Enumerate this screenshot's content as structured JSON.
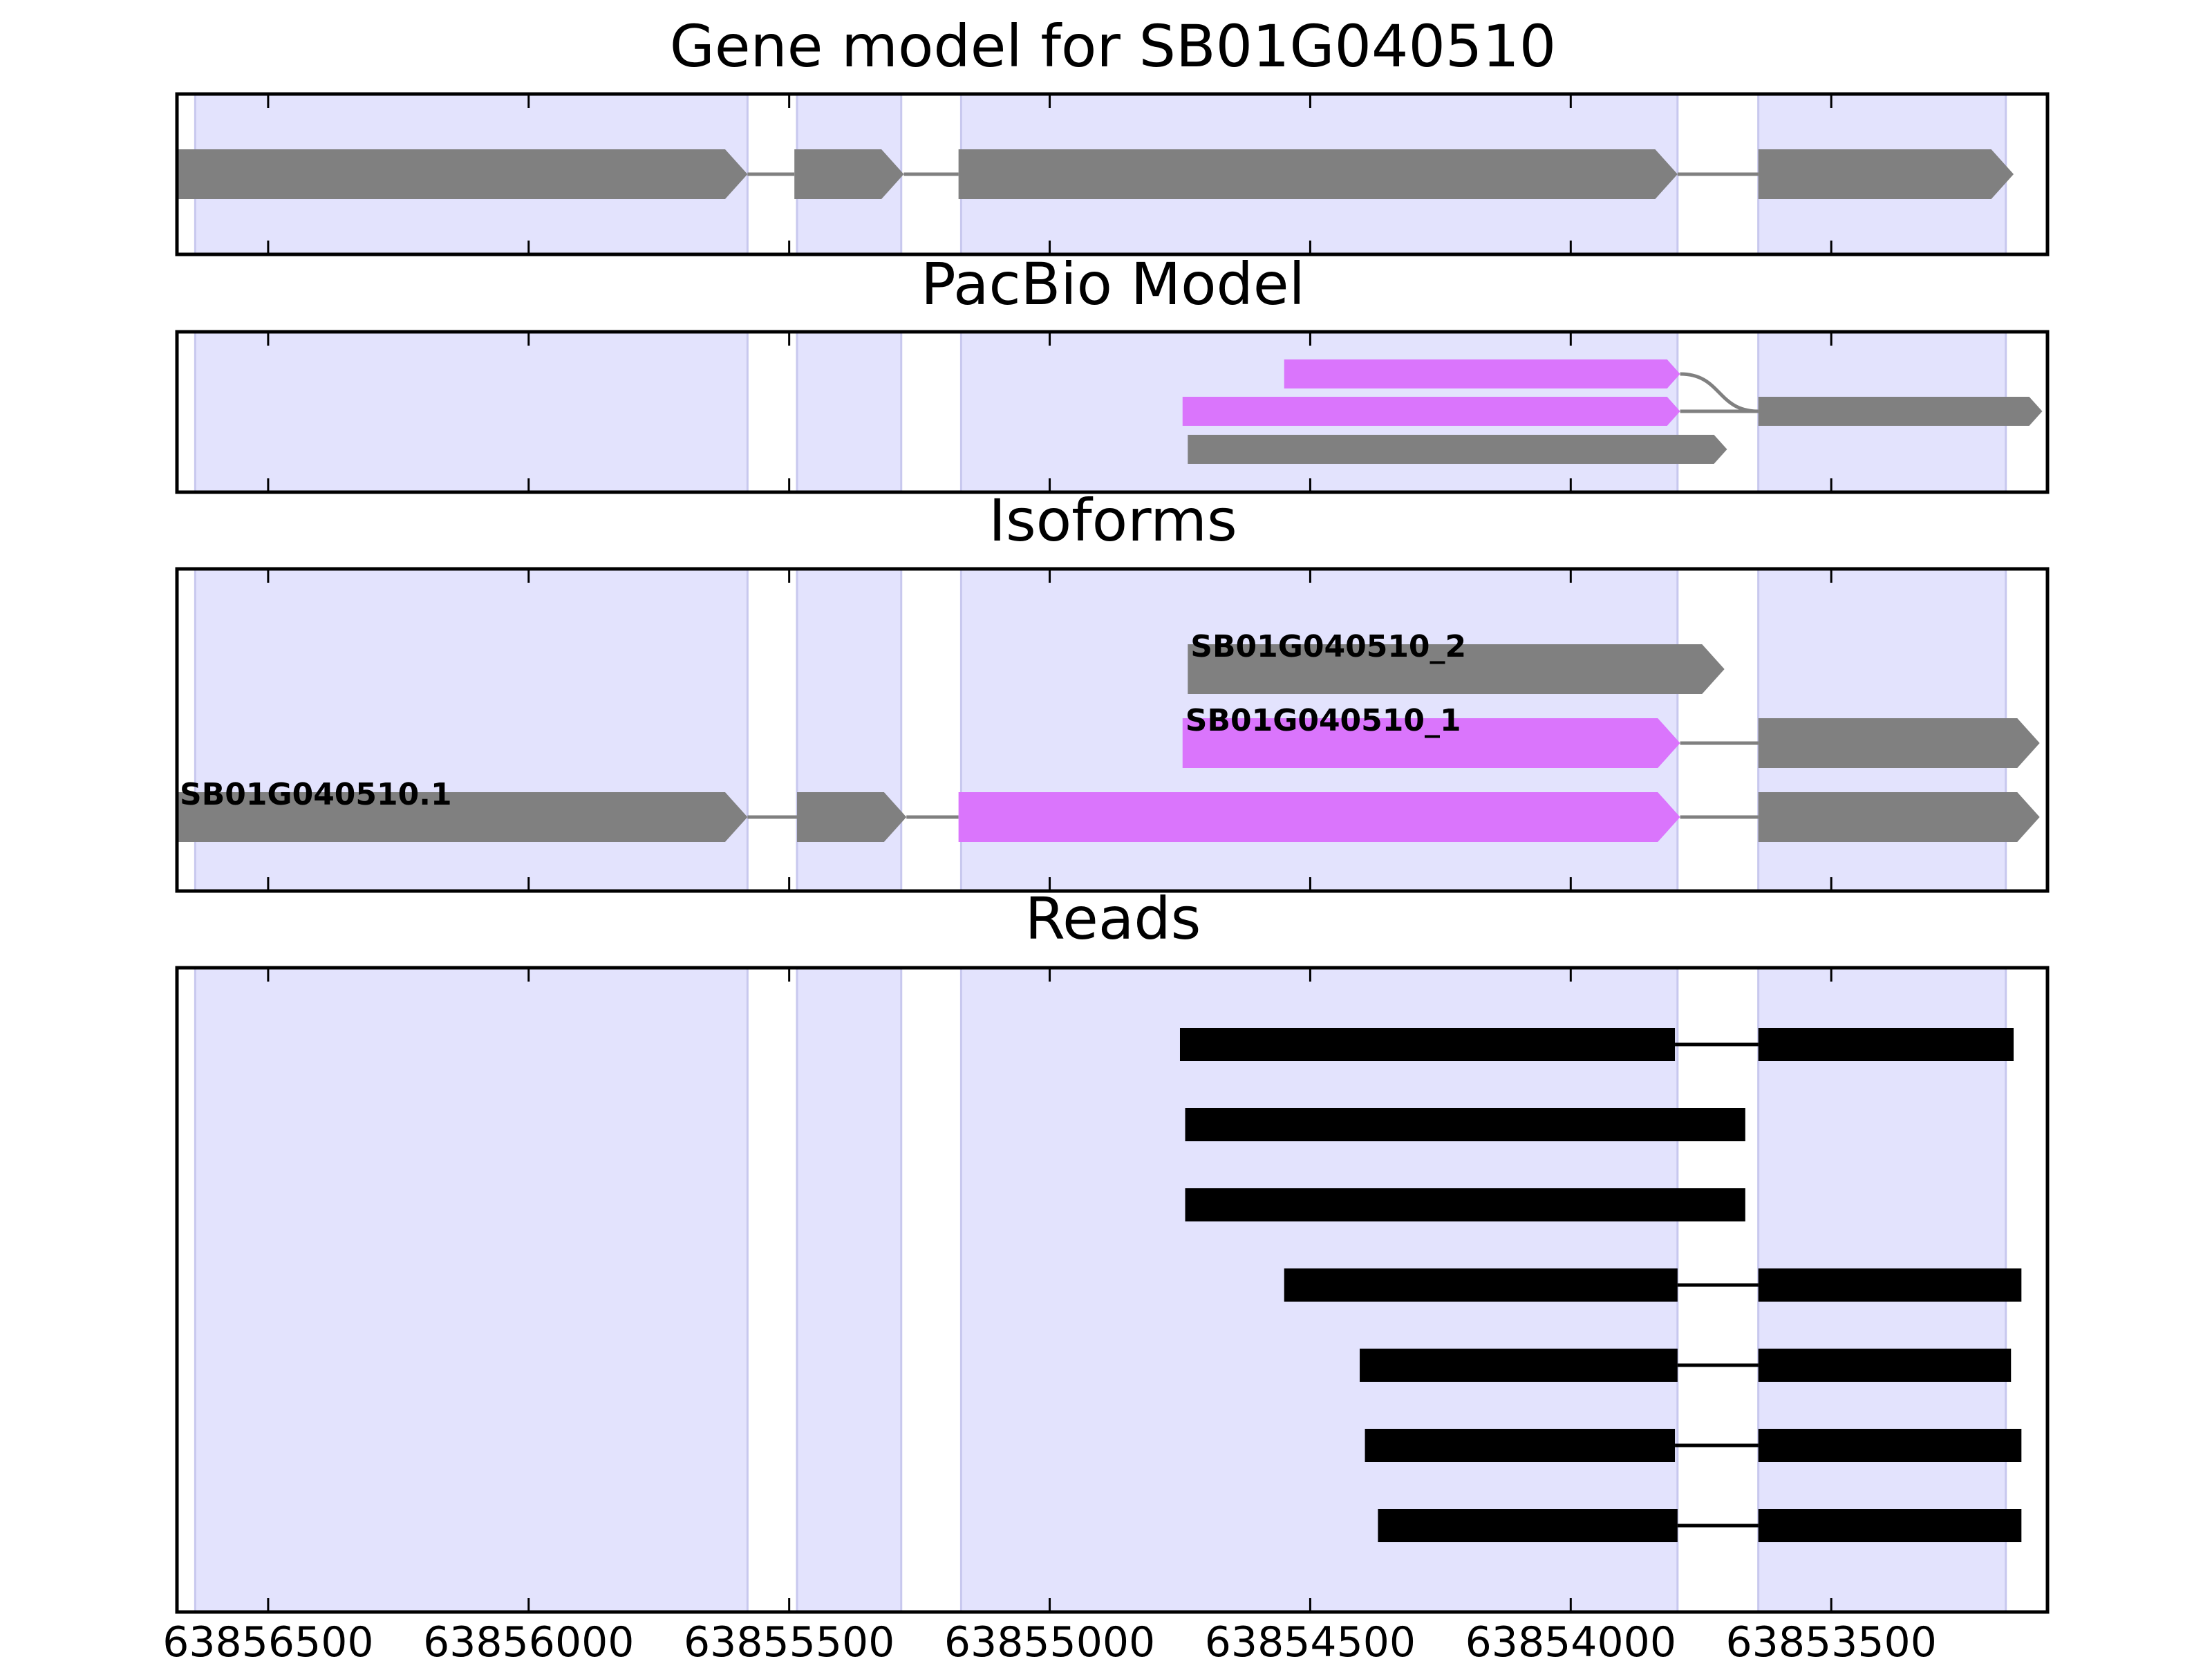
{
  "chart_data": {
    "type": "gene-track",
    "x_axis": {
      "reversed": true,
      "xlim": [
        63856675,
        63853085
      ],
      "ticks": [
        63856500,
        63856000,
        63855500,
        63855000,
        63854500,
        63854000,
        63853500
      ],
      "tick_labels": [
        "63856500",
        "63856000",
        "63855500",
        "63855000",
        "63854500",
        "63854000",
        "63853500"
      ]
    },
    "colors": {
      "exon": "#808080",
      "pacbio": "#da75fc",
      "read": "#000000",
      "shade": "#e3e3fd",
      "intron": "#808080"
    },
    "shaded_regions": [
      [
        63856640,
        63855580
      ],
      [
        63855485,
        63855285
      ],
      [
        63855170,
        63853795
      ],
      [
        63853640,
        63853165
      ]
    ],
    "panels": [
      {
        "title": "Gene model for SB01G040510",
        "features": [
          {
            "exons": [
              [
                63856675,
                63855580
              ],
              [
                63855490,
                63855280
              ],
              [
                63855175,
                63853795
              ],
              [
                63853640,
                63853150
              ]
            ],
            "colors": [
              "exon",
              "exon",
              "exon",
              "exon"
            ],
            "row": 0
          }
        ]
      },
      {
        "title": "PacBio Model",
        "features": [
          {
            "exons": [
              [
                63854550,
                63853790
              ]
            ],
            "colors": [
              "pacbio"
            ],
            "row": 0,
            "curved_to_row": 1
          },
          {
            "exons": [
              [
                63854745,
                63853790
              ],
              [
                63853640,
                63853095
              ]
            ],
            "colors": [
              "pacbio",
              "exon"
            ],
            "row": 1
          },
          {
            "exons": [
              [
                63854735,
                63853700
              ]
            ],
            "colors": [
              "exon"
            ],
            "row": 2
          }
        ]
      },
      {
        "title": "Isoforms",
        "features": [
          {
            "label": "SB01G040510_2",
            "exons": [
              [
                63854735,
                63853705
              ]
            ],
            "colors": [
              "exon"
            ],
            "row": 0
          },
          {
            "label": "SB01G040510_1",
            "exons": [
              [
                63854745,
                63853790
              ],
              [
                63853640,
                63853100
              ]
            ],
            "colors": [
              "pacbio",
              "exon"
            ],
            "row": 1
          },
          {
            "label": "SB01G040510.1",
            "exons": [
              [
                63856675,
                63855580
              ],
              [
                63855485,
                63855275
              ],
              [
                63855175,
                63853790
              ],
              [
                63853640,
                63853100
              ]
            ],
            "colors": [
              "exon",
              "exon",
              "pacbio",
              "exon"
            ],
            "row": 2
          }
        ]
      },
      {
        "title": "Reads",
        "reads": [
          [
            [
              63854750,
              63853800
            ],
            [
              63853640,
              63853150
            ]
          ],
          [
            [
              63854740,
              63853665
            ]
          ],
          [
            [
              63854740,
              63853665
            ]
          ],
          [
            [
              63854550,
              63853795
            ],
            [
              63853640,
              63853135
            ]
          ],
          [
            [
              63854405,
              63853795
            ],
            [
              63853640,
              63853155
            ]
          ],
          [
            [
              63854395,
              63853800
            ],
            [
              63853640,
              63853135
            ]
          ],
          [
            [
              63854370,
              63853795
            ],
            [
              63853640,
              63853135
            ]
          ]
        ]
      }
    ]
  }
}
